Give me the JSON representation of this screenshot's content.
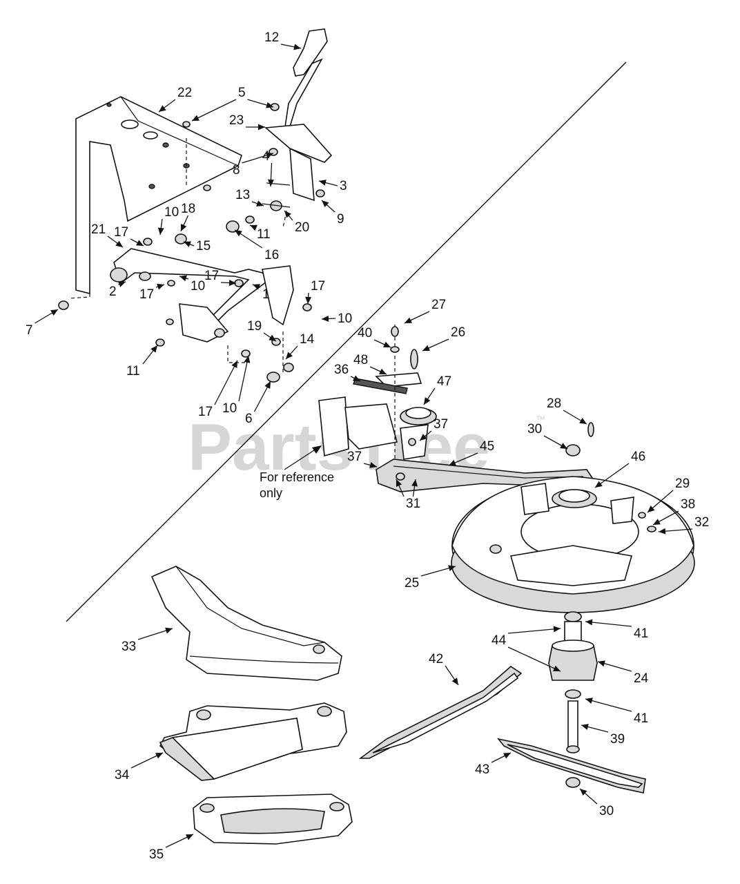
{
  "watermark": {
    "text": "PartsTree",
    "trademark": "™"
  },
  "reference_note": {
    "line1": "For reference",
    "line2": "only"
  },
  "callouts": [
    "12",
    "22",
    "5",
    "23",
    "8",
    "4",
    "3",
    "13",
    "9",
    "20",
    "11",
    "16",
    "10",
    "18",
    "21",
    "17",
    "15",
    "2",
    "7",
    "17",
    "10",
    "17",
    "1",
    "17",
    "10",
    "11",
    "19",
    "14",
    "17",
    "10",
    "6",
    "27",
    "40",
    "26",
    "48",
    "36",
    "47",
    "37",
    "28",
    "30",
    "45",
    "37",
    "46",
    "31",
    "29",
    "38",
    "32",
    "25",
    "33",
    "41",
    "44",
    "24",
    "42",
    "41",
    "39",
    "34",
    "43",
    "30",
    "35"
  ]
}
